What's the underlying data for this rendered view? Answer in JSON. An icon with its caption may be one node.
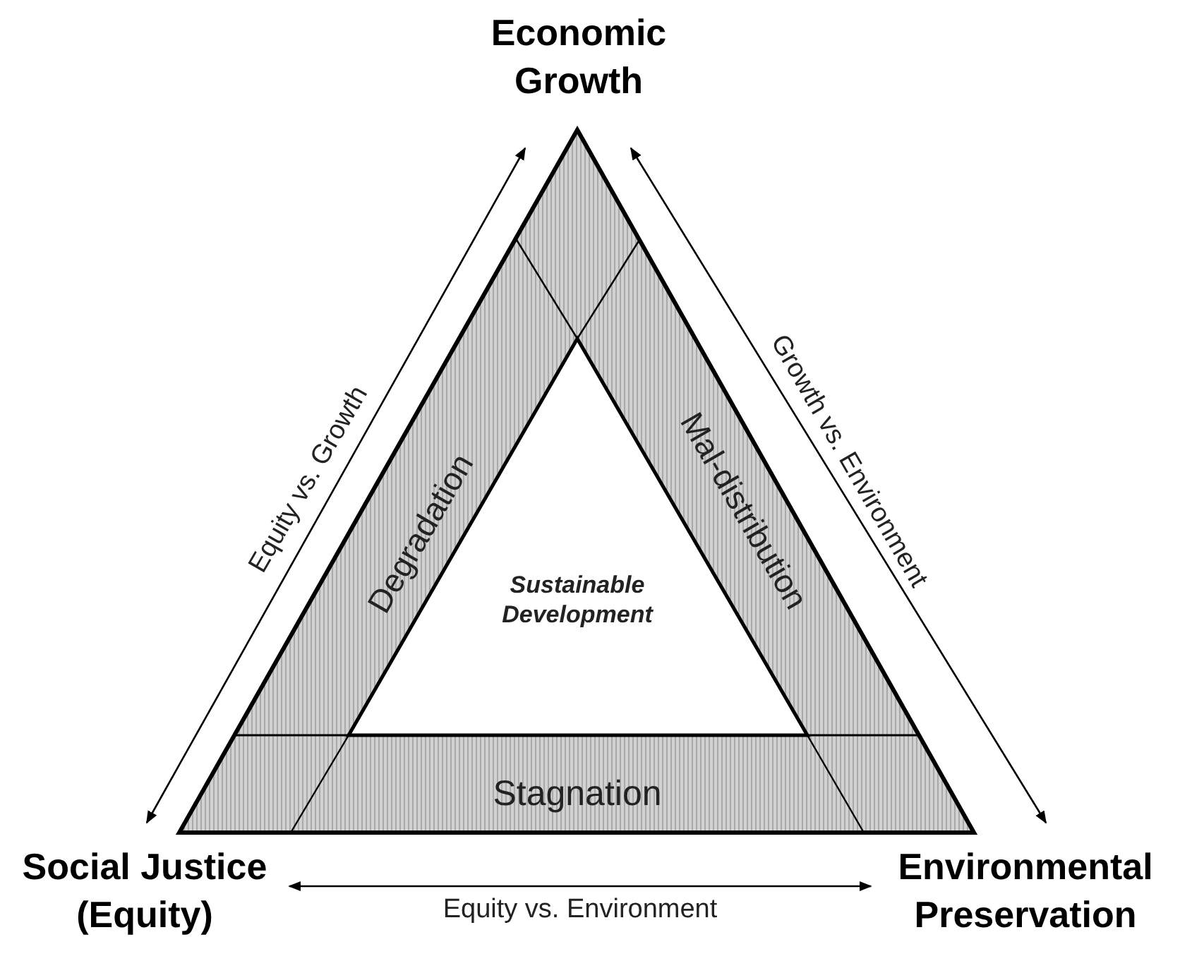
{
  "diagram": {
    "nodes": [
      {
        "text": [
          "Economic Growth"
        ]
      },
      {
        "text": [
          "Social Justice (Equity)"
        ]
      },
      {
        "text": [
          "Environmental Preservation"
        ]
      },
      {
        "text": [
          "Degradation"
        ]
      },
      {
        "text": [
          "Mal-distribution"
        ]
      },
      {
        "text": [
          "Stagnation"
        ]
      },
      {
        "text": [
          "Sustainable Development"
        ]
      }
    ],
    "edges": [
      {
        "from": 1,
        "to": 0,
        "arrow": "both",
        "label": "Equity vs. Growth"
      },
      {
        "from": 0,
        "to": 2,
        "arrow": "both",
        "label": "Growth vs. Environment"
      },
      {
        "from": 1,
        "to": 2,
        "arrow": "both",
        "label": "Equity vs. Environment"
      }
    ]
  }
}
